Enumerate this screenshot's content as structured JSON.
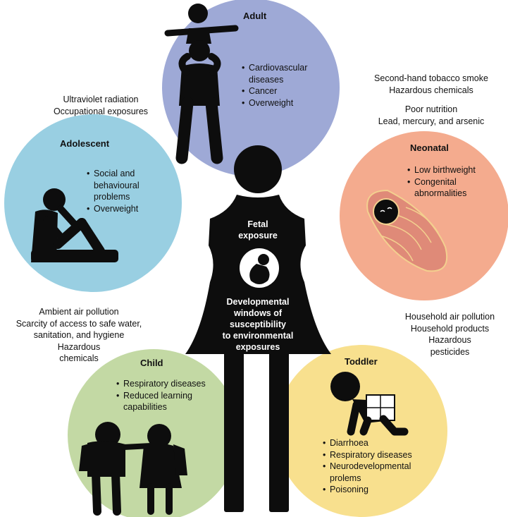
{
  "colors": {
    "adult": "#9ea9d6",
    "neonatal": "#f4ab8e",
    "toddler": "#f8e08e",
    "child": "#c3d9a4",
    "adolescent": "#99cfe2",
    "figure": "#0d0d0d",
    "swaddle": "#df8a78",
    "swaddle_lines": "#f3d08f"
  },
  "icons": {
    "adult": "parent-carrying-child-icon",
    "adolescent": "sitting-teen-icon",
    "neonatal": "swaddled-baby-icon",
    "toddler": "crawling-toddler-icon",
    "child": "two-children-icon",
    "center": "pregnant-woman-icon",
    "fetus": "fetus-icon"
  },
  "adult": {
    "title": "Adult",
    "items": [
      [
        "Cardiovascular",
        "diseases"
      ],
      [
        "Cancer"
      ],
      [
        "Overweight"
      ]
    ]
  },
  "neonatal": {
    "title": "Neonatal",
    "items": [
      [
        "Low birthweight"
      ],
      [
        "Congenital",
        "abnormalities"
      ]
    ]
  },
  "toddler": {
    "title": "Toddler",
    "items": [
      [
        "Diarrhoea"
      ],
      [
        "Respiratory diseases"
      ],
      [
        "Neurodevelopmental",
        "prolems"
      ],
      [
        "Poisoning"
      ]
    ]
  },
  "child": {
    "title": "Child",
    "items": [
      [
        "Respiratory diseases"
      ],
      [
        "Reduced learning",
        "capabilities"
      ]
    ]
  },
  "adolescent": {
    "title": "Adolescent",
    "items": [
      [
        "Social and",
        "behavioural",
        "problems"
      ],
      [
        "Overweight"
      ]
    ]
  },
  "center": {
    "fetal_exposure": [
      "Fetal",
      "exposure"
    ],
    "windows": [
      "Developmental",
      "windows of",
      "susceptibility",
      "to environmental",
      "exposures"
    ]
  },
  "exposures": {
    "top_left": [
      "Ultraviolet radiation",
      "Occupational exposures"
    ],
    "top_right_a": [
      "Second-hand tobacco smoke",
      "Hazardous chemicals"
    ],
    "top_right_b": [
      "Poor nutrition",
      "Lead, mercury, and arsenic"
    ],
    "left": [
      "Ambient air pollution",
      "Scarcity of access to safe water,",
      "sanitation, and hygiene",
      "Hazardous",
      "chemicals"
    ],
    "right": [
      "Household air pollution",
      "Household products",
      "Hazardous",
      "pesticides"
    ]
  }
}
